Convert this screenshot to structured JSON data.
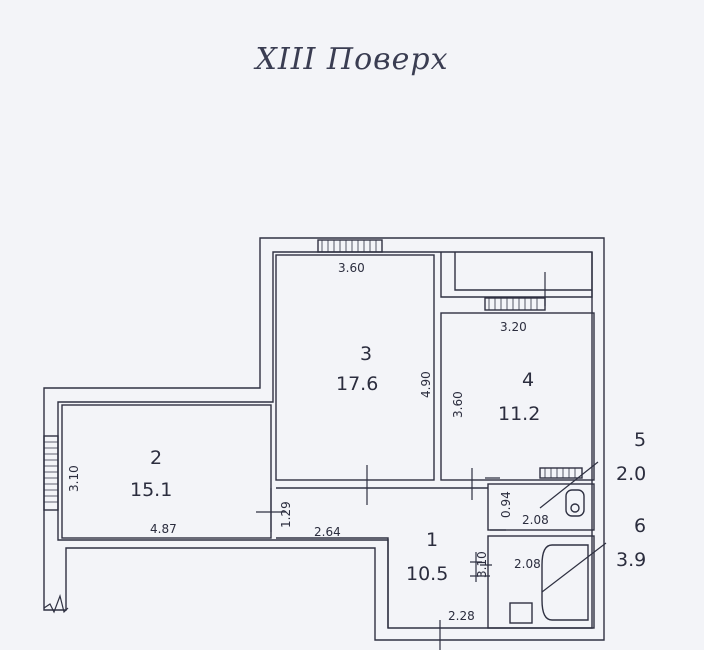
{
  "floor_title": "XIII Поверх",
  "rooms": [
    {
      "number": "1",
      "area": "10.5"
    },
    {
      "number": "2",
      "area": "15.1"
    },
    {
      "number": "3",
      "area": "17.6"
    },
    {
      "number": "4",
      "area": "11.2"
    },
    {
      "number": "5",
      "area": "2.0"
    },
    {
      "number": "6",
      "area": "3.9"
    }
  ],
  "dimensions": {
    "room3_width": "3.60",
    "room3_depth": "4.90",
    "room4_width": "3.20",
    "room4_depth": "3.60",
    "room2_width": "4.87",
    "room2_depth": "3.10",
    "door_gap": "1.29",
    "hall_width": "2.64",
    "hall_depth": "3.10",
    "hall_bottom": "2.28",
    "wc_depth": "0.94",
    "wc_width": "2.08",
    "bath_width": "2.08"
  },
  "colors": {
    "wall_fill": "#ffffff",
    "wall_stroke": "#2f3142",
    "background": "#f3f4f8"
  }
}
